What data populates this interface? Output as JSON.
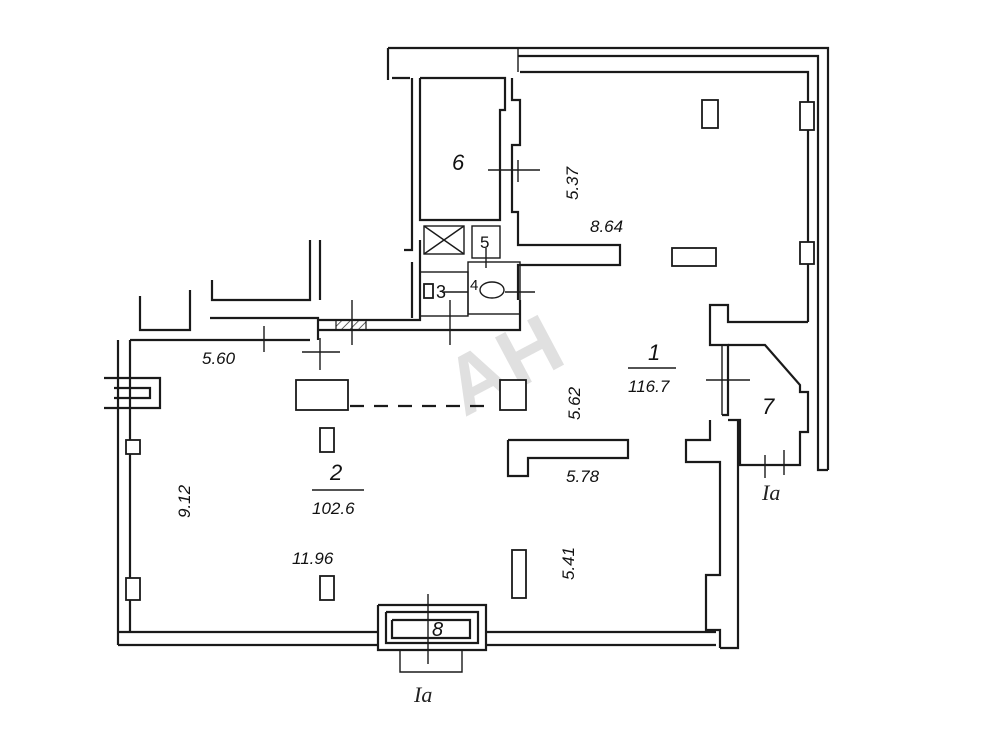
{
  "watermark": "AH",
  "rooms": {
    "r1": {
      "number": "1",
      "area": "116.7"
    },
    "r2": {
      "number": "2",
      "area": "102.6"
    },
    "r3": {
      "number": "3"
    },
    "r4": {
      "number": "4"
    },
    "r5": {
      "number": "5"
    },
    "r6": {
      "number": "6"
    },
    "r7": {
      "number": "7"
    },
    "r8": {
      "number": "8"
    }
  },
  "dimensions": {
    "d537": "5.37",
    "d864": "8.64",
    "d560": "5.60",
    "d562": "5.62",
    "d578": "5.78",
    "d912": "9.12",
    "d1196": "11.96",
    "d541": "5.41"
  },
  "section_marks": {
    "right": "Ia",
    "bottom": "Ia"
  }
}
